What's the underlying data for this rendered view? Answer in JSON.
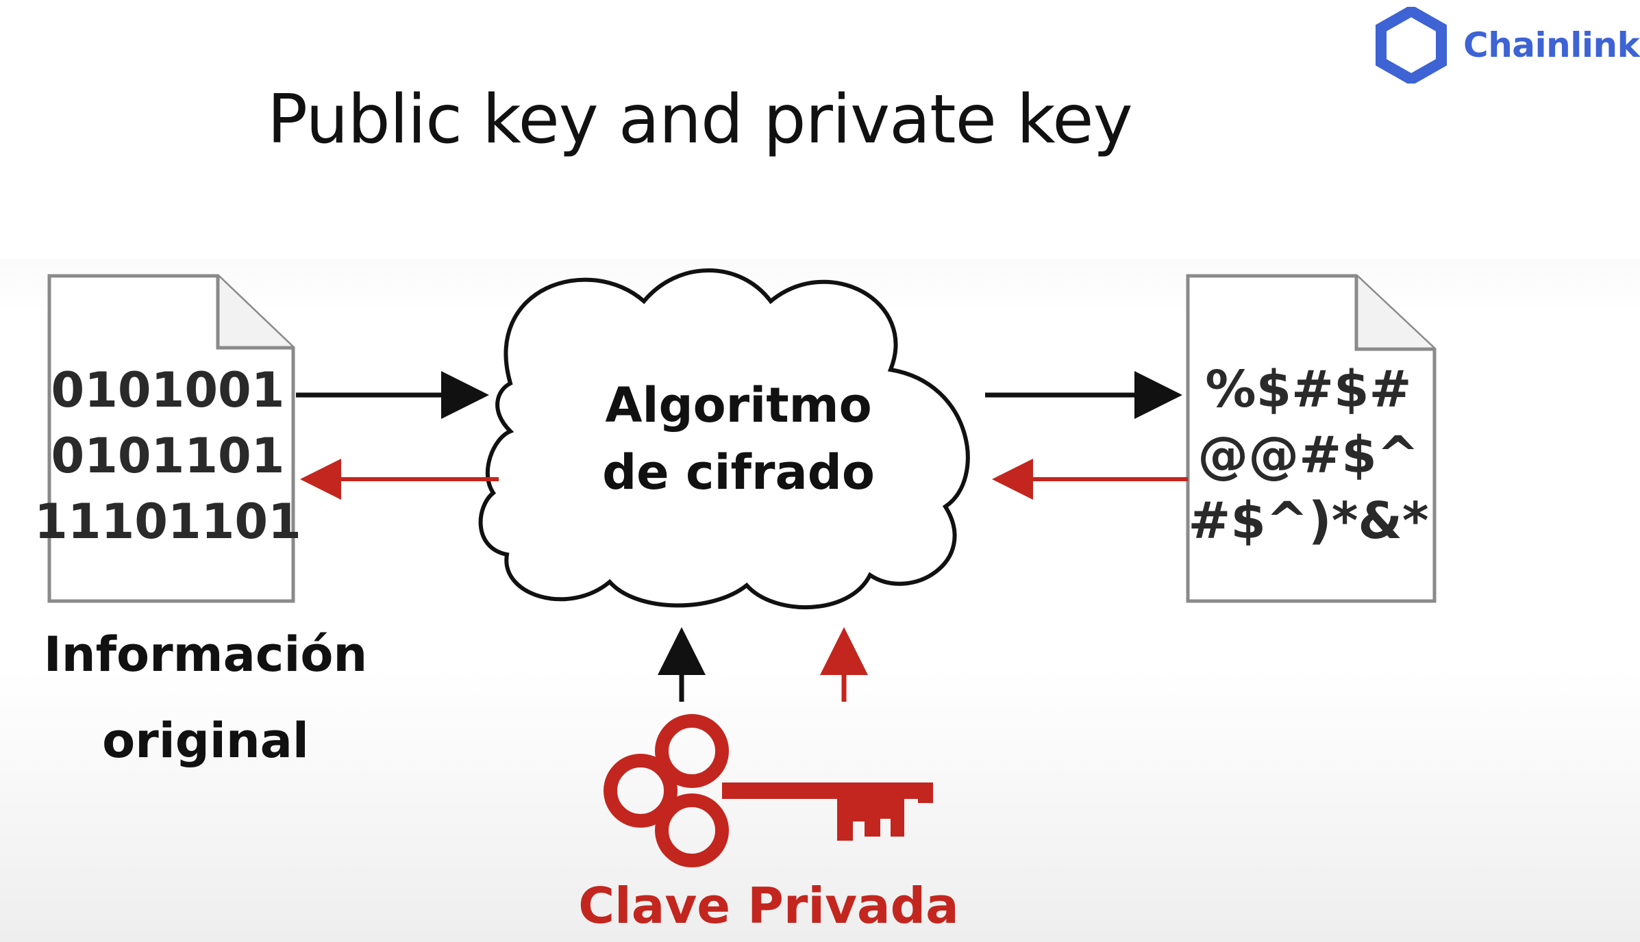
{
  "brand": {
    "name": "Chainlink",
    "color": "#3d63d4"
  },
  "title": "Public key and private key",
  "original_document": {
    "lines": [
      "0101001",
      "0101101",
      "11101101"
    ],
    "caption_lines": [
      "Información",
      "original"
    ]
  },
  "algorithm": {
    "lines": [
      "Algoritmo",
      "de cifrado"
    ]
  },
  "encrypted_document": {
    "lines": [
      "%$#$#",
      "@@#$^",
      "#$^)*&*"
    ]
  },
  "private_key": {
    "label": "Clave Privada",
    "color": "#c3261e"
  },
  "colors": {
    "forward_arrow": "#111111",
    "reverse_arrow": "#c3261e"
  }
}
